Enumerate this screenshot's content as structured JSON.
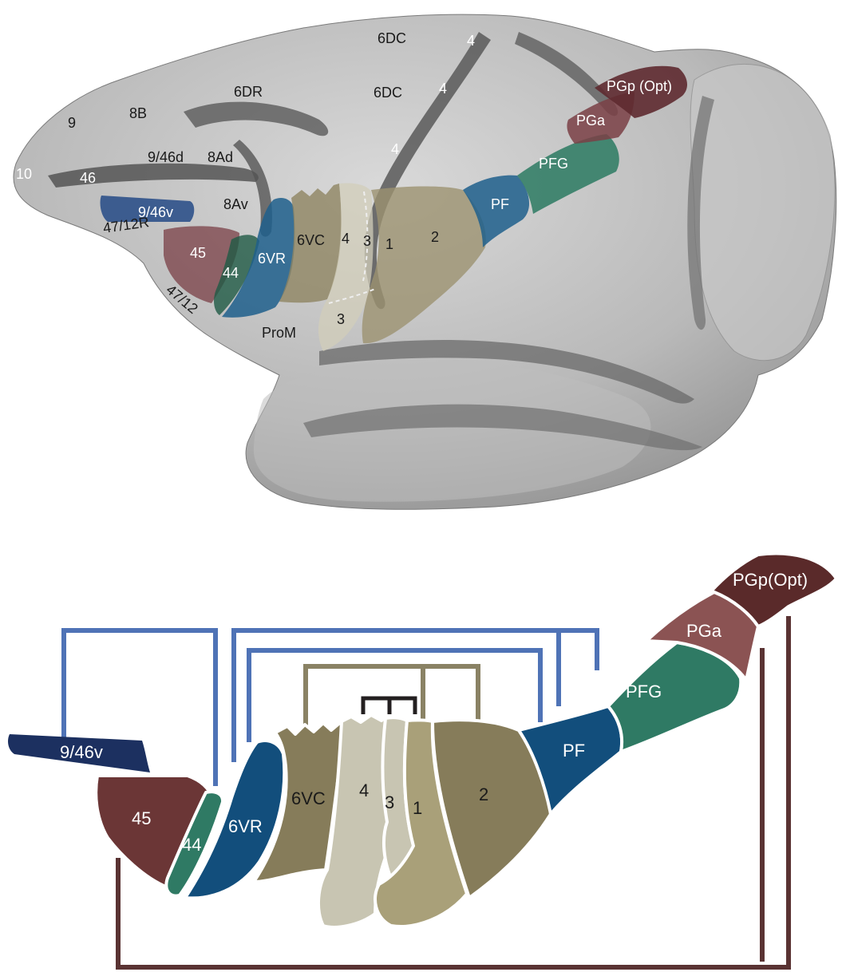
{
  "brain_labels": {
    "area_10": "10",
    "area_9": "9",
    "area_8B": "8B",
    "area_46": "46",
    "area_946d": "9/46d",
    "area_8Ad": "8Ad",
    "area_6DR": "6DR",
    "area_6DC_a": "6DC",
    "area_6DC_b": "6DC",
    "area_4_a": "4",
    "area_4_b": "4",
    "area_4_c": "4",
    "area_946v": "9/46v",
    "area_8Av": "8Av",
    "area_4712R": "47/12R",
    "area_45": "45",
    "area_44": "44",
    "area_6VR": "6VR",
    "area_6VC": "6VC",
    "area_4_d": "4",
    "area_3_a": "3",
    "area_1": "1",
    "area_2": "2",
    "area_3_b": "3",
    "area_4712": "47/12",
    "area_ProM": "ProM",
    "area_PF": "PF",
    "area_PFG": "PFG",
    "area_PGa": "PGa",
    "area_PGp": "PGp (Opt)"
  },
  "schematic_labels": {
    "area_946v": "9/46v",
    "area_45": "45",
    "area_44": "44",
    "area_6VR": "6VR",
    "area_6VC": "6VC",
    "area_4": "4",
    "area_3": "3",
    "area_1": "1",
    "area_2": "2",
    "area_PF": "PF",
    "area_PFG": "PFG",
    "area_PGa": "PGa",
    "area_PGp": "PGp(Opt)"
  },
  "colors": {
    "prefrontal_blue": "#1c3060",
    "maroon": "#6b3636",
    "teal": "#2f7a64",
    "blue": "#124e7c",
    "olive": "#867c5a",
    "light_olive": "#c8c5b2",
    "mid_olive": "#a9a079",
    "connection_blue": "#4f73b6",
    "connection_olive": "#8a8264",
    "connection_black": "#231f20",
    "connection_maroon": "#5a3333"
  }
}
